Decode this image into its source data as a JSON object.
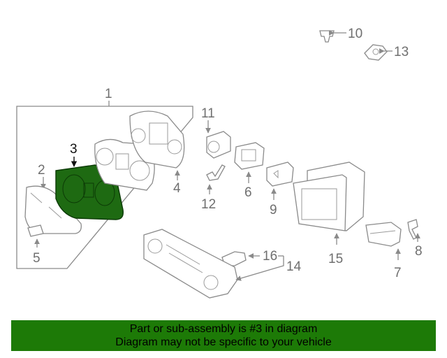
{
  "callouts": {
    "c1": "1",
    "c2": "2",
    "c3": "3",
    "c4": "4",
    "c5": "5",
    "c6": "6",
    "c7": "7",
    "c8": "8",
    "c9": "9",
    "c10": "10",
    "c11": "11",
    "c12": "12",
    "c13": "13",
    "c14": "14",
    "c15": "15",
    "c16": "16"
  },
  "highlighted_part": "3",
  "colors": {
    "highlight_fill": "#1e6a12",
    "banner_bg": "#1d7a07",
    "line": "#8a8a8a"
  },
  "banner": {
    "line1": "Part or sub-assembly is #3 in diagram",
    "line2": "Diagram may not be specific to your vehicle"
  }
}
